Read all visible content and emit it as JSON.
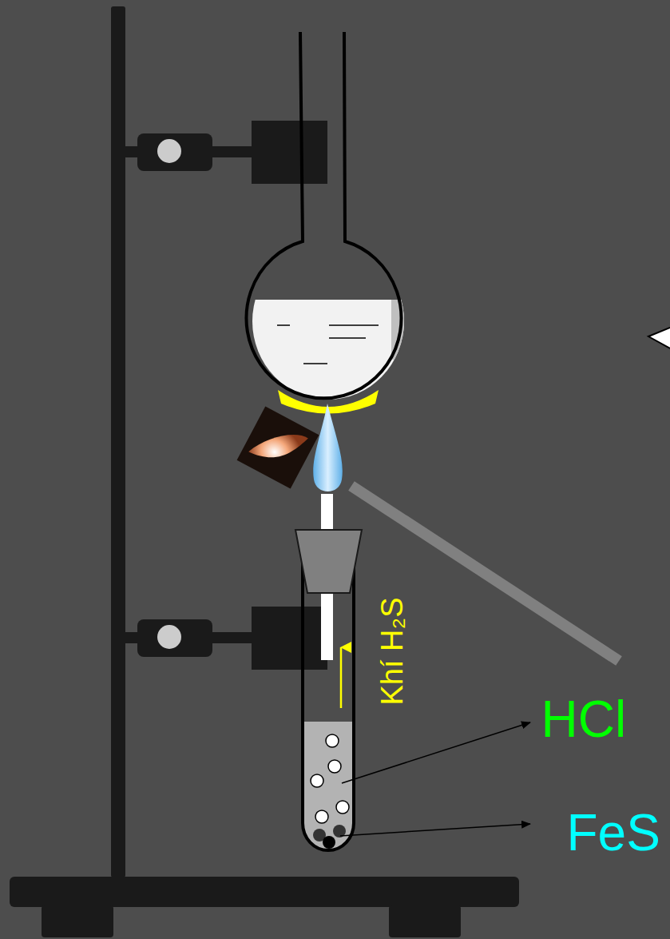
{
  "diagram": {
    "labels": [
      "Khí H₂S",
      "HCl",
      "FeS"
    ]
  }
}
